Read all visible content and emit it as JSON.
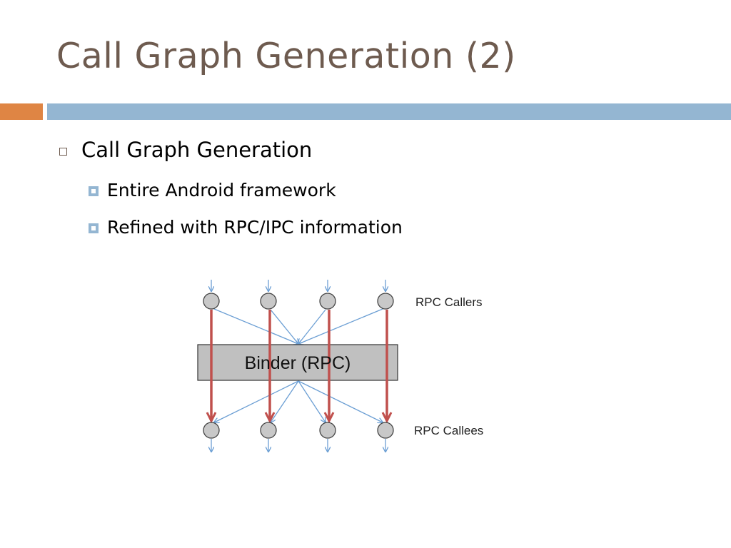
{
  "slide": {
    "title": "Call Graph Generation (2)"
  },
  "bullets": {
    "main": "Call Graph Generation",
    "sub": [
      "Entire Android framework",
      "Refined with RPC/IPC information"
    ]
  },
  "diagram": {
    "binder_label": "Binder (RPC)",
    "callers_label": "RPC Callers",
    "callees_label": "RPC Callees"
  },
  "colors": {
    "title": "#6e5b4f",
    "accent_orange": "#df8544",
    "accent_blue": "#94b6d2",
    "blue_edge": "#6c9fd4",
    "red_edge": "#c0504d",
    "node_fill": "#c8c8c8",
    "binder_fill": "#c0c0c0"
  }
}
